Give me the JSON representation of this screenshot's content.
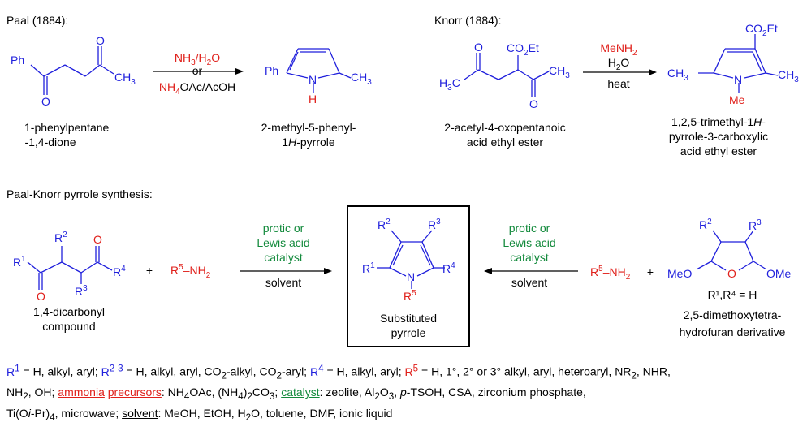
{
  "header": {
    "paal_title": "Paal (1884):",
    "knorr_title": "Knorr (1884):",
    "general_title": "Paal-Knorr pyrrole synthesis:"
  },
  "paal": {
    "reagent_top": "NH",
    "reagent_top_sub": "3",
    "reagent_top_tail": "/H",
    "reagent_top_sub2": "2",
    "reagent_top_end": "O",
    "or_label": "or",
    "reagent_bottom": "NH",
    "reagent_bottom_sub": "4",
    "reagent_bottom_tail": "OAc/AcOH",
    "sm_name_line1": "1-phenylpentane",
    "sm_name_line2": "-1,4-dione",
    "product_name_line1": "2-methyl-5-phenyl-",
    "product_name_line2a": "1",
    "product_name_line2b": "H",
    "product_name_line2c": "-pyrrole"
  },
  "knorr": {
    "reagent_line1": "MeNH",
    "reagent_line1_sub": "2",
    "reagent_line2": "H",
    "reagent_line2_sub": "2",
    "reagent_line2_end": "O",
    "heat_label": "heat",
    "sm_name_line1": "2-acetyl-4-oxopentanoic",
    "sm_name_line2": "acid ethyl ester",
    "product_name_line1a": "1,2,5-trimethyl-1",
    "product_name_line1b": "H",
    "product_name_line1c": "-",
    "product_name_line2": "pyrrole-3-carboxylic",
    "product_name_line3": "acid ethyl ester"
  },
  "general": {
    "catalyst_line1": "protic or",
    "catalyst_line2": "Lewis acid",
    "catalyst_line3": "catalyst",
    "solvent_label": "solvent",
    "plus": "+",
    "amine": "R",
    "amine_sup": "5",
    "amine_tail": "–NH",
    "amine_sub": "2",
    "left_name_line1": "1,4-dicarbonyl",
    "left_name_line2": "compound",
    "center_name_line1": "Substituted",
    "center_name_line2": "pyrrole",
    "right_condition": "R¹,R⁴ = H",
    "right_name_line1": "2,5-dimethoxytetra-",
    "right_name_line2": "hydrofuran derivative"
  },
  "atoms": {
    "Ph": "Ph",
    "O": "O",
    "CH": "CH",
    "sub3": "3",
    "N": "N",
    "H": "H",
    "CO": "CO",
    "Et": "Et",
    "sub2": "2",
    "Me": "Me",
    "HC": "H",
    "R": "R",
    "MeO": "MeO",
    "OMe": "OMe",
    "s1": "1",
    "s2": "2",
    "s3": "3",
    "s4": "4",
    "s5": "5"
  },
  "footer": {
    "r1": "R",
    "r1_sup": "1",
    "r1_text": " = H, alkyl, aryl; ",
    "r23": "R",
    "r23_sup": "2-3",
    "r23_text": " = H, alkyl, aryl, CO",
    "r23_sub1": "2",
    "r23_text2": "-alkyl, CO",
    "r23_sub2": "2",
    "r23_text3": "-aryl; ",
    "r4": "R",
    "r4_sup": "4",
    "r4_text": " = H, alkyl, aryl; ",
    "r5": "R",
    "r5_sup": "5",
    "r5_text": " = H, 1°, 2° or 3° alkyl, aryl, heteroaryl, NR",
    "r5_sub": "2",
    "r5_text2": ", NHR,",
    "line2_start": "NH",
    "line2_sub": "2",
    "line2_text": ", OH; ",
    "ammonia": "ammonia",
    "precursors": "precursors",
    "ammonia_list": ": NH",
    "ammonia_sub1": "4",
    "ammonia_list2": "OAc, (NH",
    "ammonia_sub2": "4",
    "ammonia_list3": ")",
    "ammonia_sub3": "2",
    "ammonia_list4": "CO",
    "ammonia_sub4": "3",
    "ammonia_list5": ";  ",
    "catalyst_label": "catalyst",
    "catalyst_list": ": zeolite, Al",
    "cat_sub1": "2",
    "catalyst_list2": "O",
    "cat_sub2": "3",
    "catalyst_list3": ", ",
    "ptsoh_p": "p",
    "catalyst_list4": "-TSOH, CSA,   zirconium phosphate,",
    "line3_start": "Ti(O",
    "line3_i": "i",
    "line3_pr": "-Pr)",
    "line3_sub": "4",
    "line3_text": ", microwave; ",
    "solvent_label": "solvent",
    "solvent_list": ": MeOH, EtOH, H",
    "solv_sub": "2",
    "solvent_list2": "O, toluene, DMF, ionic liquid"
  },
  "colors": {
    "blue": "#1f1fdc",
    "red": "#e0201b",
    "green": "#138a3c"
  }
}
